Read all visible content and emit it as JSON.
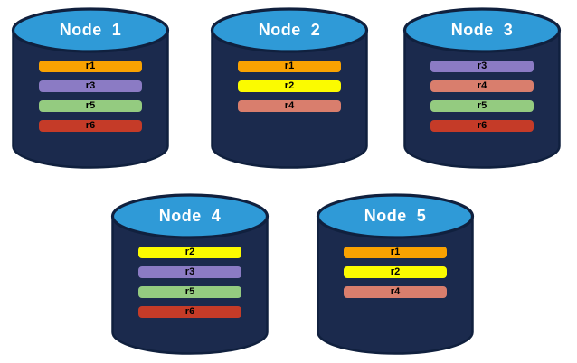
{
  "diagram": {
    "title": "database-nodes-replica-distribution"
  },
  "colors": {
    "background": "#FFFFFF",
    "cylinder_body": "#1B2A4D",
    "cylinder_outline": "#10203E",
    "cylinder_top": "#2F9AD7",
    "title_text": "#FFFFFF",
    "bar_text": "#000000",
    "replicas": {
      "r1": "#F9A201",
      "r2": "#FBFB00",
      "r3": "#8B7BC4",
      "r4": "#D97E6D",
      "r5": "#94CB80",
      "r6": "#C53B28"
    }
  },
  "nodes": [
    {
      "title": "Node  1",
      "replicas": [
        "r1",
        "r3",
        "r5",
        "r6"
      ]
    },
    {
      "title": "Node  2",
      "replicas": [
        "r1",
        "r2",
        "r4"
      ]
    },
    {
      "title": "Node  3",
      "replicas": [
        "r3",
        "r4",
        "r5",
        "r6"
      ]
    },
    {
      "title": "Node  4",
      "replicas": [
        "r2",
        "r3",
        "r5",
        "r6"
      ]
    },
    {
      "title": "Node  5",
      "replicas": [
        "r1",
        "r2",
        "r4"
      ]
    }
  ]
}
